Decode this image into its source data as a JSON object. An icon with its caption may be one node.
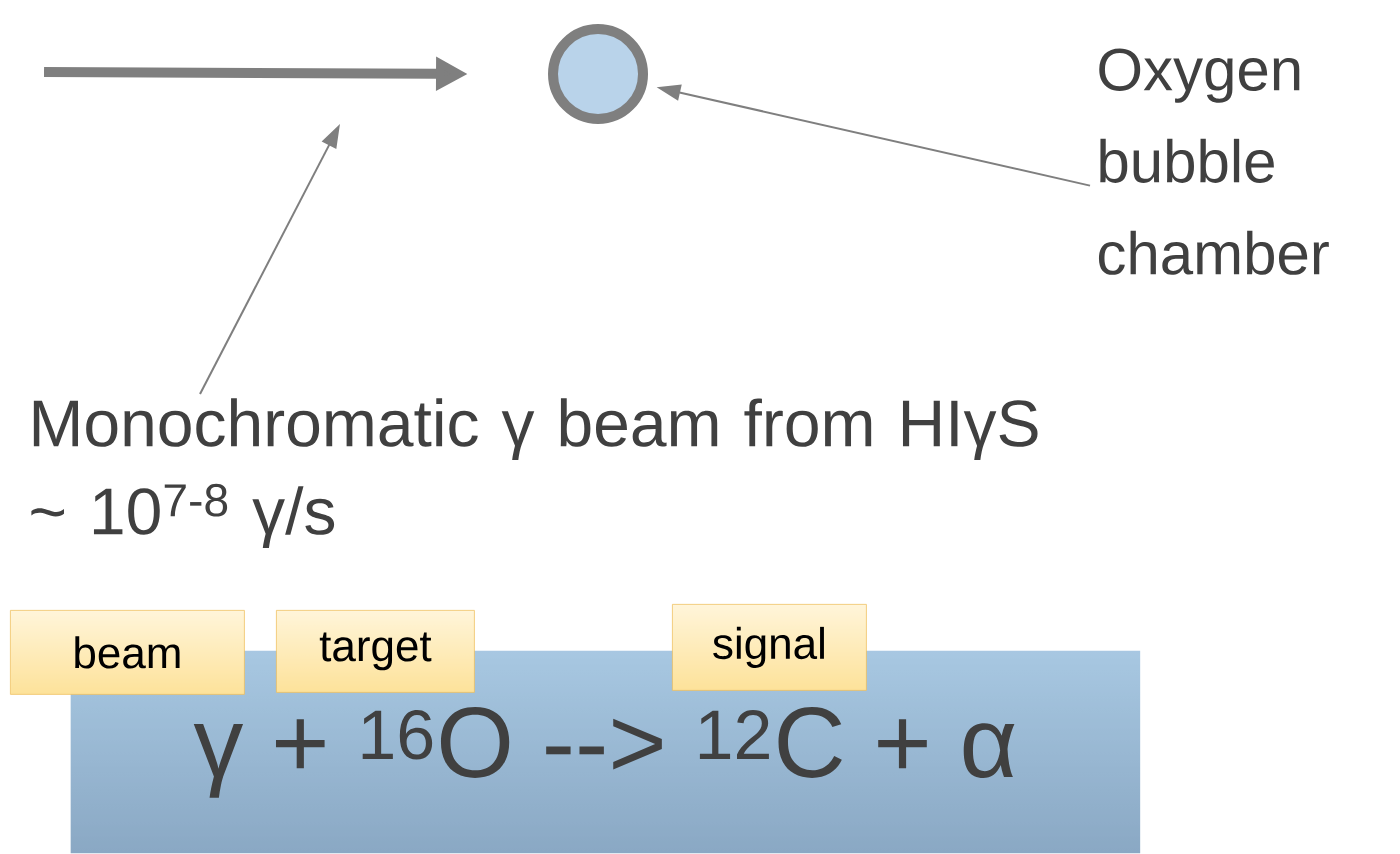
{
  "diagram": {
    "nodes": [
      {
        "text": [],
        "shape": "circle"
      },
      {
        "text": [
          "Oxygen bubble chamber"
        ]
      },
      {
        "text": [
          "Monochromatic γ beam from HIγS",
          "~ 10$^{7-8}$ γ/s"
        ]
      },
      {
        "text": [
          "γ + $^{16}$O --> $^{12}$C + α"
        ]
      },
      {
        "text": [
          "beam"
        ]
      },
      {
        "text": [
          "target"
        ]
      },
      {
        "text": [
          "signal"
        ]
      }
    ],
    "edges": [
      {
        "from": null,
        "to": 0,
        "arrow": "to",
        "style": "thick"
      },
      {
        "from": 1,
        "to": 0,
        "arrow": "to"
      },
      {
        "from": 2,
        "to": null,
        "arrow": "to"
      }
    ]
  }
}
